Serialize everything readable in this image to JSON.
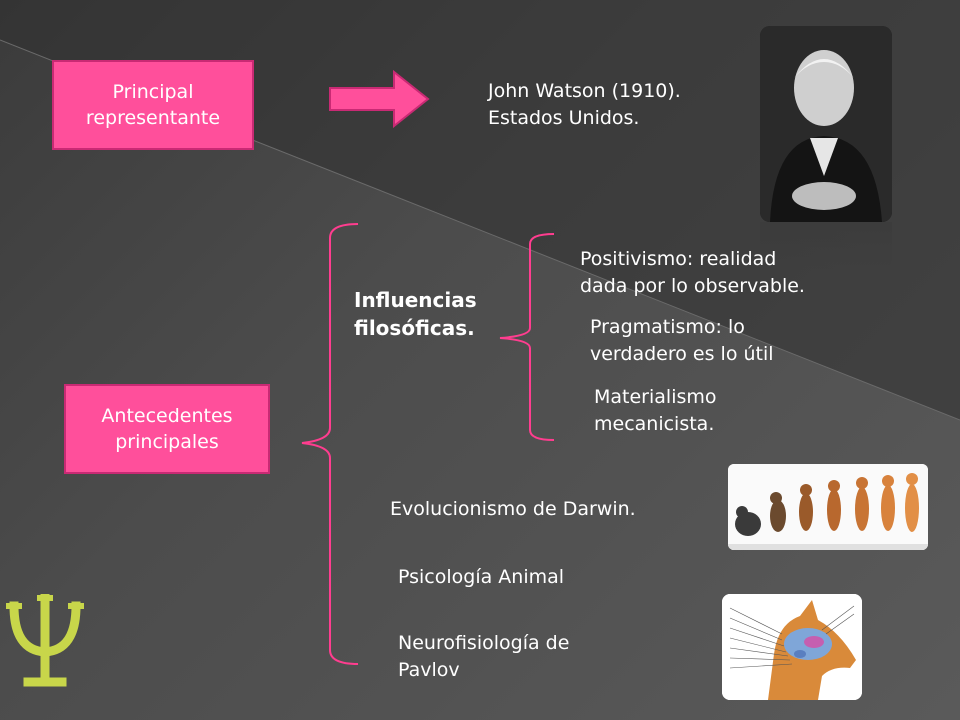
{
  "representante": {
    "label": "Principal representante",
    "text_line1": "John Watson (1910).",
    "text_line2": "Estados Unidos."
  },
  "antecedentes": {
    "label": "Antecedentes principales"
  },
  "influencias": {
    "title_line1": "Influencias",
    "title_line2": "filosóficas.",
    "items": [
      {
        "line1": "Positivismo: realidad",
        "line2": "dada por lo observable."
      },
      {
        "line1": "Pragmatismo: lo",
        "line2": "verdadero es lo útil"
      },
      {
        "line1": "Materialismo",
        "line2": "mecanicista."
      }
    ]
  },
  "otros": [
    {
      "line1": "Evolucionismo de Darwin.",
      "line2": ""
    },
    {
      "line1": "Psicología Animal",
      "line2": ""
    },
    {
      "line1": "Neurofisiología de",
      "line2": "Pavlov"
    }
  ],
  "icons": {
    "arrow": "right-arrow-icon",
    "psi": "psi-symbol-icon",
    "watson": "portrait-photo",
    "evolution": "evolution-figures",
    "dog_brain": "dog-brain-diagram"
  },
  "colors": {
    "pink": "#ff4f9b",
    "bracket": "#ff3d8f",
    "psi": "#c8d64a"
  }
}
